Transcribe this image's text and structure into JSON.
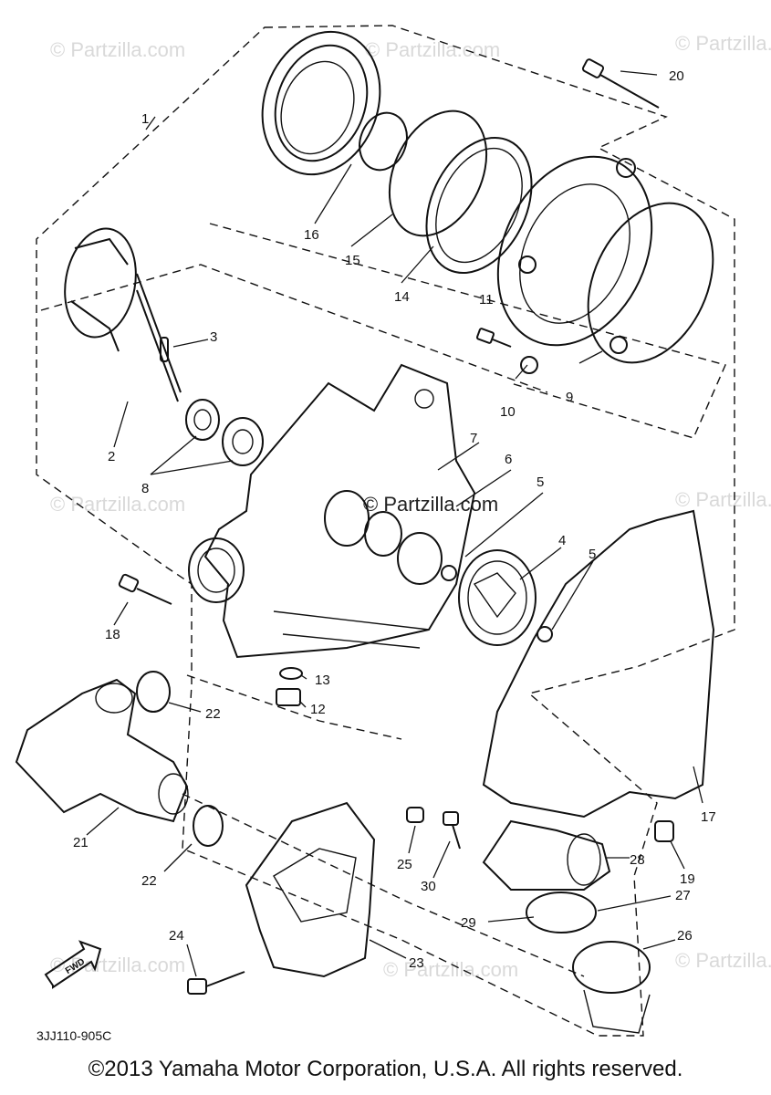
{
  "diagram": {
    "watermarks": [
      "© Partzilla.com",
      "© Partzilla.com",
      "© Partzilla.com",
      "© Partzilla.com",
      "© Partzilla.com",
      "© Partzilla.com",
      "© Partzilla.com",
      "© Partzilla.com"
    ],
    "center_watermark": "© Partzilla.com",
    "callouts": [
      "1",
      "2",
      "3",
      "4",
      "5",
      "5",
      "6",
      "7",
      "8",
      "9",
      "10",
      "11",
      "12",
      "13",
      "14",
      "15",
      "16",
      "17",
      "18",
      "19",
      "20",
      "21",
      "22",
      "22",
      "23",
      "24",
      "25",
      "26",
      "27",
      "28",
      "29",
      "30"
    ],
    "diagram_code": "3JJ110-905C",
    "fwd_label": "FWD"
  },
  "footer": {
    "copyright": "©2013 Yamaha Motor Corporation, U.S.A. All rights reserved."
  }
}
